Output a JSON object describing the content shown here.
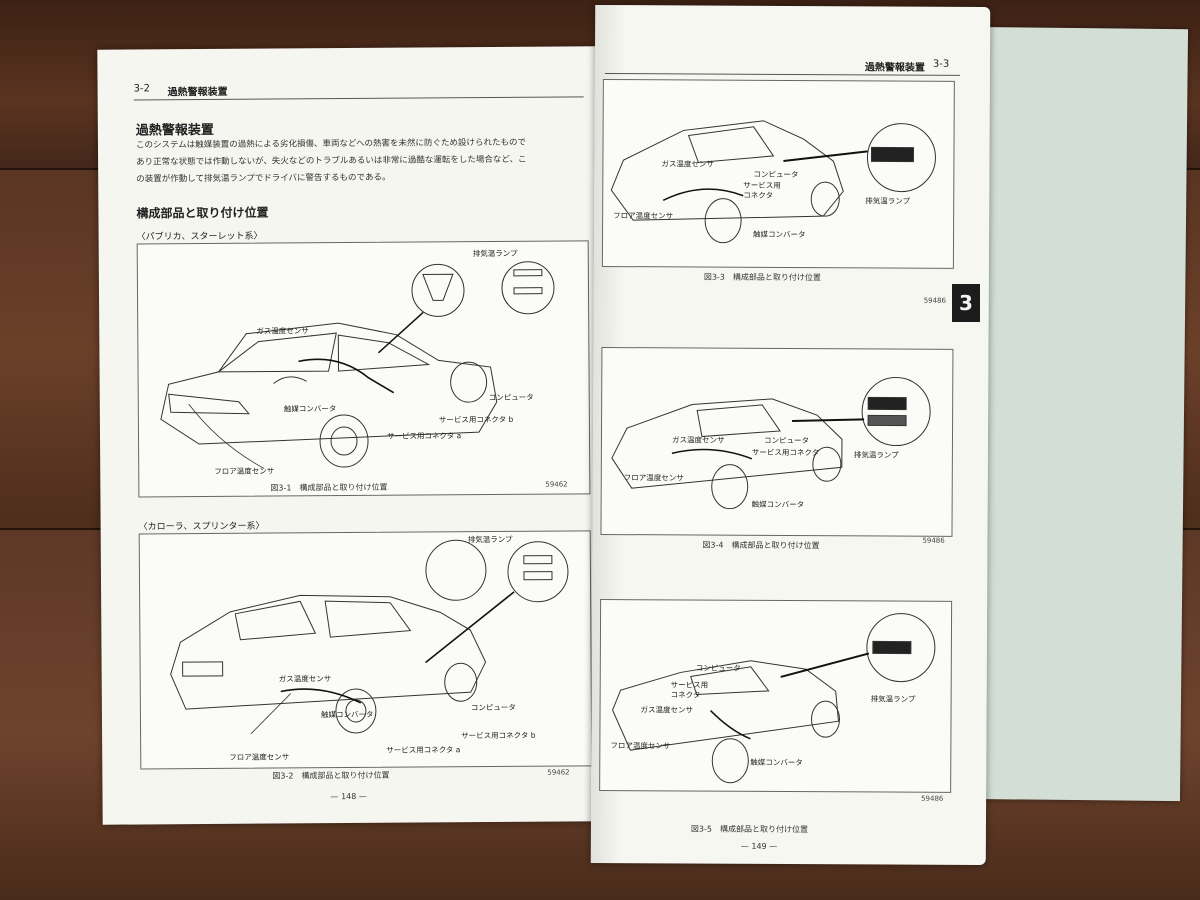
{
  "left_page": {
    "section": "3-2",
    "header_title": "過熱警報装置",
    "heading": "過熱警報装置",
    "intro": [
      "このシステムは触媒装置の過熱による劣化損傷、車両などへの熱害を未然に防ぐため設けられたもので",
      "あり正常な状態では作動しないが、失火などのトラブルあるいは非常に過酷な運転をした場合など、こ",
      "の装置が作動して排気温ランプでドライバに警告するものである。"
    ],
    "subheading": "構成部品と取り付け位置",
    "fig1": {
      "group": "〈パブリカ、スターレット系〉",
      "labels": {
        "exhaust_lamp": "排気温ランプ",
        "gas_sensor": "ガス温度センサ",
        "catalyst": "触媒コンバータ",
        "computer": "コンピュータ",
        "connector_b": "サービス用コネクタ b",
        "connector_a": "サービス用コネクタ a",
        "floor_sensor": "フロア温度センサ"
      },
      "caption": "図3-1　構成部品と取り付け位置",
      "code": "59462"
    },
    "fig2": {
      "group": "〈カローラ、スプリンター系〉",
      "labels": {
        "exhaust_lamp": "排気温ランプ",
        "gas_sensor": "ガス温度センサ",
        "catalyst": "触媒コンバータ",
        "computer": "コンピュータ",
        "connector_b": "サービス用コネクタ b",
        "connector_a": "サービス用コネクタ a",
        "floor_sensor": "フロア温度センサ"
      },
      "caption": "図3-2　構成部品と取り付け位置",
      "code": "59462"
    },
    "page_number": "— 148 —"
  },
  "right_page": {
    "section": "3-3",
    "header_title": "過熱警報装置",
    "fig3": {
      "labels": {
        "gas_sensor": "ガス温度センサ",
        "computer": "コンピュータ",
        "connector": "サービス用\nコネクタ",
        "floor_sensor": "フロア温度センサ",
        "catalyst": "触媒コンバータ",
        "exhaust_lamp": "排気温ランプ"
      },
      "caption": "図3-3　構成部品と取り付け位置",
      "code": "59486"
    },
    "fig4": {
      "labels": {
        "gas_sensor": "ガス温度センサ",
        "computer": "コンピュータ",
        "connector": "サービス用コネクタ",
        "floor_sensor": "フロア温度センサ",
        "catalyst": "触媒コンバータ",
        "exhaust_lamp": "排気温ランプ"
      },
      "caption": "図3-4　構成部品と取り付け位置",
      "code": "59486"
    },
    "fig5": {
      "labels": {
        "computer": "コンピュータ",
        "connector": "サービス用\nコネクタ",
        "gas_sensor": "ガス温度センサ",
        "floor_sensor": "フロア温度センサ",
        "catalyst": "触媒コンバータ",
        "exhaust_lamp": "排気温ランプ"
      },
      "caption": "図3-5　構成部品と取り付け位置",
      "code": "59486"
    },
    "page_number": "— 149 —"
  },
  "chapter_tab": "3"
}
